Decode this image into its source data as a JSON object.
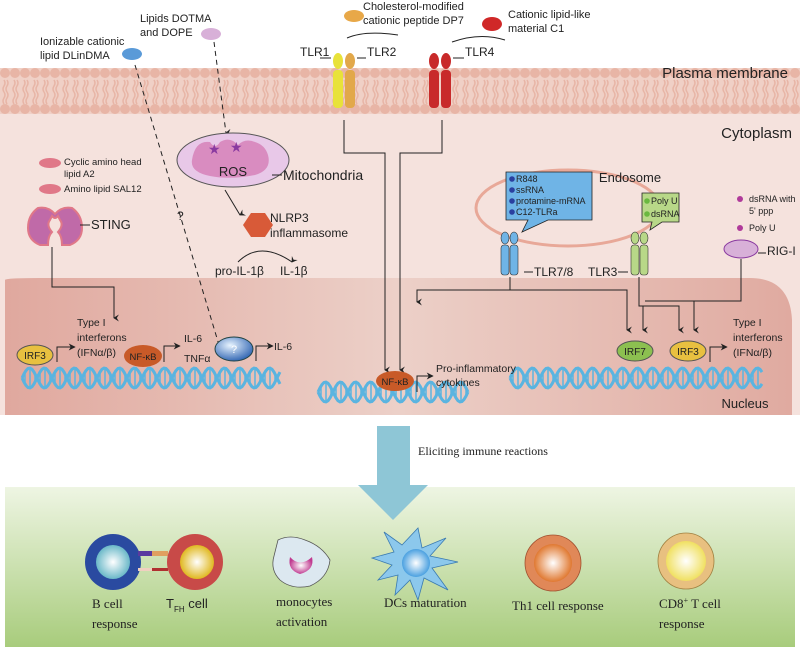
{
  "regions": {
    "plasma_membrane": "Plasma membrane",
    "cytoplasm": "Cytoplasm",
    "nucleus": "Nucleus",
    "endosome": "Endosome"
  },
  "ligands": {
    "dlindma": [
      "Ionizable cationic",
      "lipid DLinDMA"
    ],
    "dotma": [
      "Lipids DOTMA",
      "and DOPE"
    ],
    "dp7": [
      "Cholesterol-modified",
      "cationic peptide DP7"
    ],
    "c1": [
      "Cationic lipid-like",
      "material C1"
    ],
    "sting_ligands": [
      "Cyclic amino head",
      "lipid A2",
      "Amino lipid SAL12"
    ]
  },
  "receptors": {
    "tlr1": "TLR1",
    "tlr2": "TLR2",
    "tlr4": "TLR4",
    "tlr78": "TLR7/8",
    "tlr3": "TLR3",
    "rigi": "RIG-I",
    "sting": "STING"
  },
  "organelles": {
    "mito": "Mitochondria",
    "ros": "ROS",
    "nlrp3": [
      "NLRP3",
      "inflammasome"
    ],
    "pro_il1b": "pro-IL-1β",
    "il1b": "IL-1β",
    "unknown": "?"
  },
  "tlr78_ligands": [
    "R848",
    "ssRNA",
    "protamine-mRNA",
    "C12-TLRa"
  ],
  "tlr3_ligands": [
    "Poly U",
    "dsRNA"
  ],
  "rigi_ligands": [
    "dsRNA with",
    "5' ppp",
    "Poly U"
  ],
  "transcription": {
    "irf3": "IRF3",
    "irf7": "IRF7",
    "nfkb": "NF-κB",
    "unknown_tf": "?",
    "ifn_left": [
      "Type I",
      "interferons",
      "(IFNα/β)"
    ],
    "il6_tnf": [
      "IL-6",
      "TNFα"
    ],
    "il6": "IL-6",
    "proinflam": [
      "Pro-inflammatory",
      "cytokines"
    ],
    "ifn_right": [
      "Type I",
      "interferons",
      "(IFNα/β)"
    ]
  },
  "arrow_label": "Eliciting immune reactions",
  "responses": {
    "bcell": [
      "B cell",
      "response"
    ],
    "tfh_T": "T",
    "tfh_sub": "FH",
    "tfh_rest": " cell",
    "mono": [
      "monocytes",
      "activation"
    ],
    "dc": "DCs maturation",
    "th1": "Th1 cell response",
    "cd8_a": "CD8",
    "cd8_sup": "+",
    "cd8_b": " T cell",
    "cd8_c": "response"
  },
  "colors": {
    "membrane": "#e8b5a6",
    "cytoplasm": "#f5e2dd",
    "nucleus": "#e2aaa0",
    "dna": "#5ab4e0",
    "response_panel_top": "#eef5e3",
    "response_panel_bottom": "#a8cc7c",
    "arrow": "#8ec6d6",
    "tlr1": "#e8e23a",
    "tlr2": "#e2a84a",
    "tlr4": "#c82a2a",
    "tlr78": "#6fb4e6",
    "tlr3": "#b8d888",
    "irf": "#e8c040",
    "irf7": "#8cc050",
    "nfkb": "#c85a28"
  }
}
